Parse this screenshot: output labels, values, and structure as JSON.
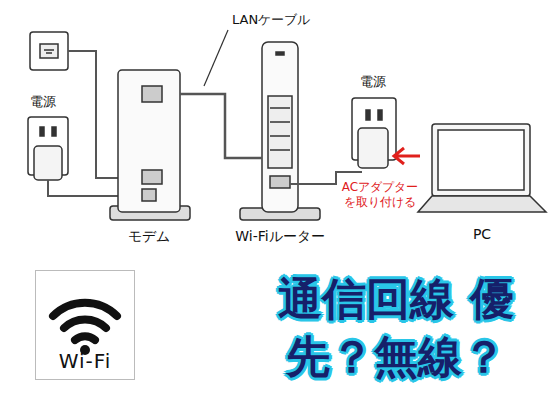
{
  "diagram": {
    "title": "通信回線 優先？無線？",
    "nodes": [
      {
        "text": [
          "モデム"
        ]
      },
      {
        "text": [
          "Wi-Fiルーター"
        ]
      },
      {
        "text": [
          "PC"
        ]
      },
      {
        "text": [
          "Wi-Fi"
        ]
      }
    ],
    "edges": [
      {
        "from": 0,
        "to": 1,
        "arrow": "none"
      }
    ],
    "labels": [
      "LANケーブル",
      "電源",
      "電源",
      "ACアダプターを取り付ける"
    ]
  }
}
